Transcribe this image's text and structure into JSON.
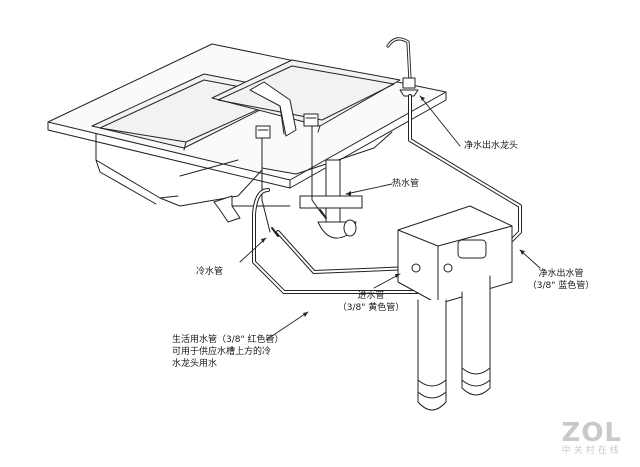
{
  "labels": {
    "purified_faucet": "净水出水龙头",
    "hot_pipe": "热水管",
    "cold_pipe": "冷水管",
    "purified_outlet_pipe": "净水出水管",
    "purified_outlet_pipe_spec": "（3/8\" 蓝色管）",
    "inlet_pipe": "进水管",
    "inlet_pipe_spec": "（3/8\" 黄色管）",
    "domestic_pipe_line1": "生活用水管（3/8\" 红色管）",
    "domestic_pipe_line2": "可用于供应水槽上方的冷",
    "domestic_pipe_line3": "水龙头用水"
  },
  "watermark": {
    "logo": "ZOL",
    "sub": "中关村在线"
  }
}
